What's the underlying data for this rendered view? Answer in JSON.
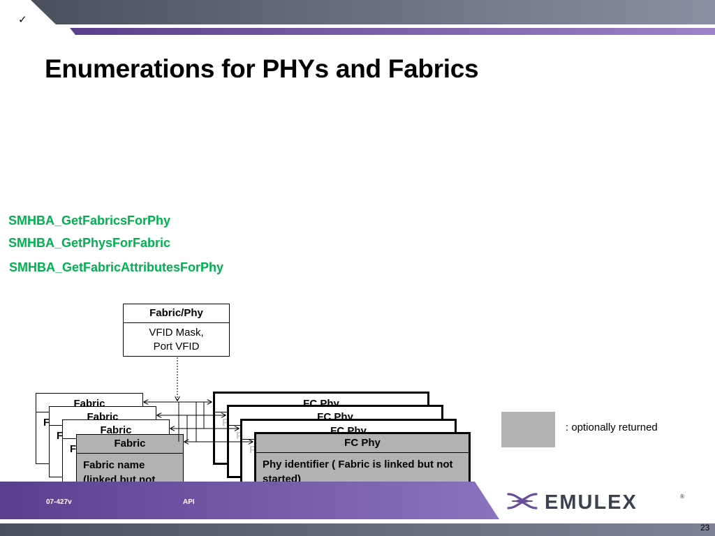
{
  "header": {
    "checkmark": "✓",
    "title": "Enumerations for PHYs and Fabrics"
  },
  "apis": [
    "SMHBA_GetFabricsForPhy",
    "SMHBA_GetPhysForFabric",
    "SMHBA_GetFabricAttributesForPhy"
  ],
  "fabric_phy_box": {
    "title": "Fabric/Phy",
    "line1": "VFID Mask,",
    "line2": "Port VFID"
  },
  "fabric_stack": {
    "title": "Fabric",
    "back_letter": "F",
    "front_body": "Fabric name (linked but not started)"
  },
  "phy_stack": {
    "title": "FC Phy",
    "back_letter": "P",
    "front_body": "Phy identifier ( Fabric is linked but not started)"
  },
  "legend": {
    "label": ": optionally returned"
  },
  "footer": {
    "left_text": "07-427v",
    "right_text": "API",
    "logo_text": "EMULEX",
    "page_number": "23"
  },
  "colors": {
    "api_green": "#00b050",
    "optional_grey": "#b2b2b2",
    "header_dark": "#4a4f5f",
    "accent_purple": "#7b5ea7"
  }
}
